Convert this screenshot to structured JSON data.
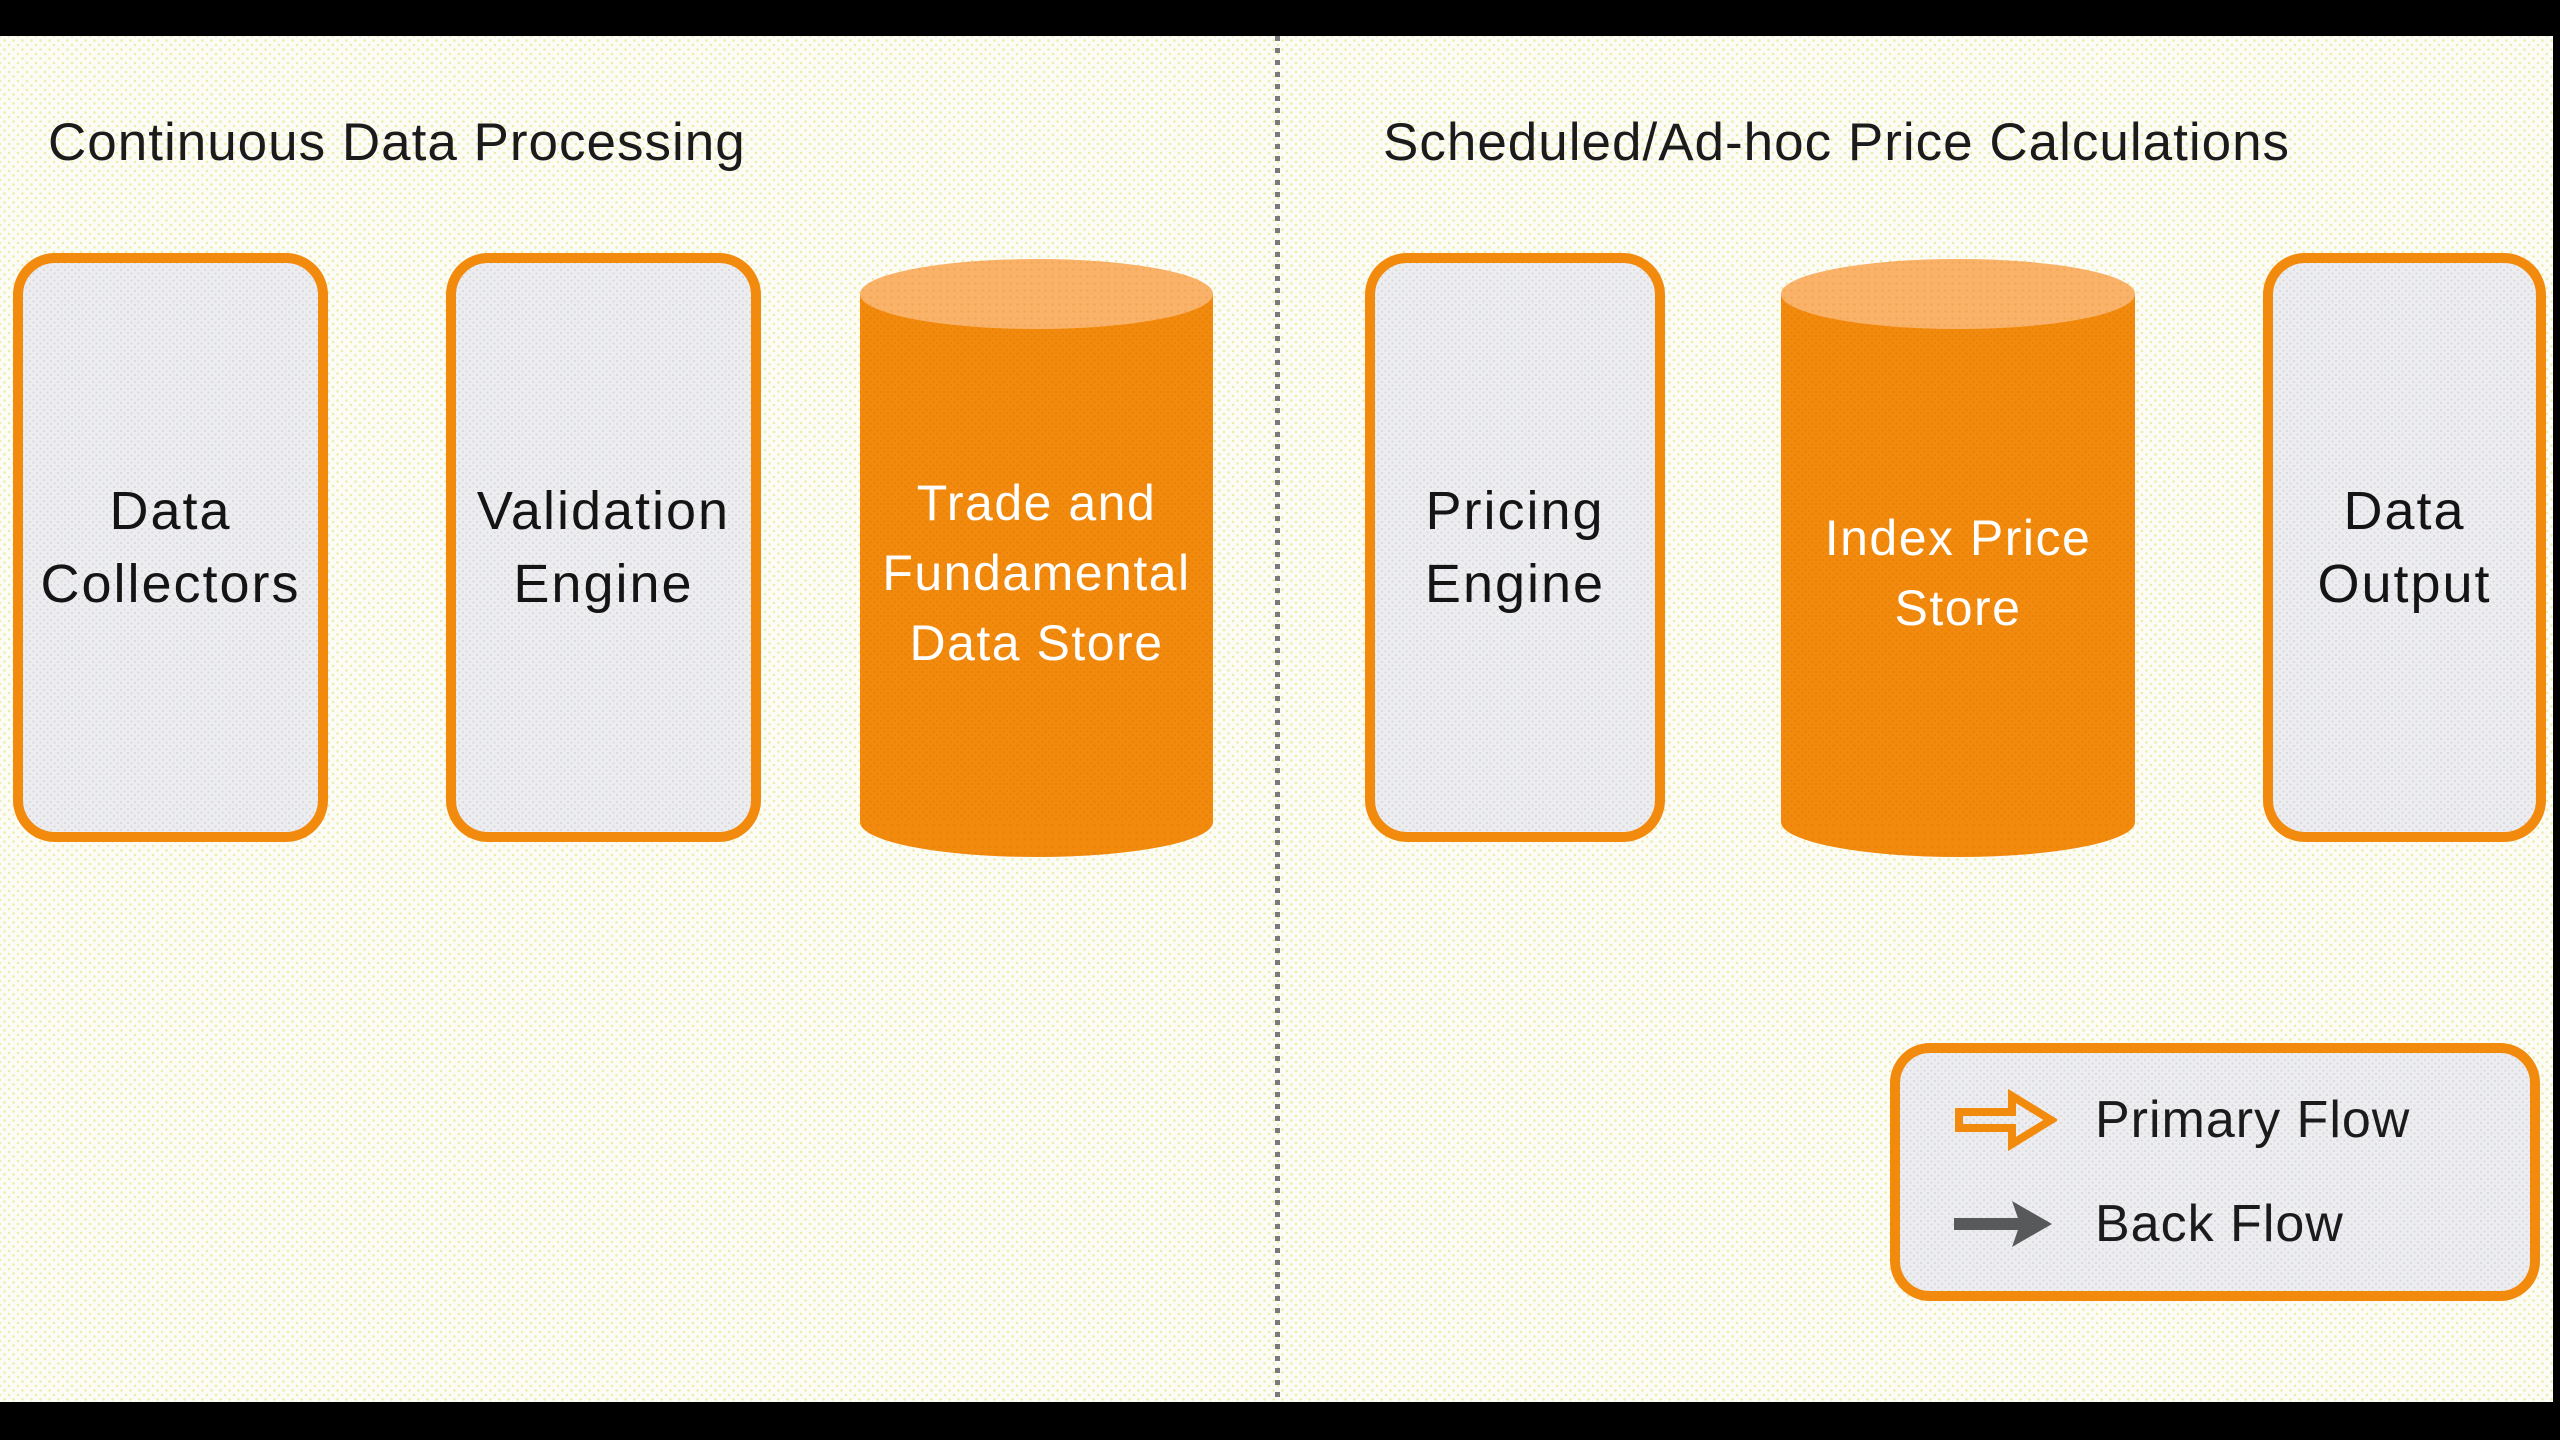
{
  "diagram": {
    "kind": "architecture-flow-diagram",
    "sections": [
      {
        "title": "Continuous Data Processing"
      },
      {
        "title": "Scheduled/Ad-hoc Price Calculations"
      }
    ],
    "nodes": {
      "data_collectors": {
        "label": "Data Collectors",
        "lines": [
          "Data",
          "Collectors"
        ],
        "shape": "rounded-box",
        "section": 0
      },
      "validation_engine": {
        "label": "Validation Engine",
        "lines": [
          "Validation",
          "Engine"
        ],
        "shape": "rounded-box",
        "section": 0
      },
      "trade_fundamental_store": {
        "label": "Trade and Fundamental Data Store",
        "lines": [
          "Trade and",
          "Fundamental",
          "Data Store"
        ],
        "shape": "cylinder",
        "section": 0
      },
      "pricing_engine": {
        "label": "Pricing Engine",
        "lines": [
          "Pricing",
          "Engine"
        ],
        "shape": "rounded-box",
        "section": 1
      },
      "index_price_store": {
        "label": "Index Price Store",
        "lines": [
          "Index Price",
          "Store"
        ],
        "shape": "cylinder",
        "section": 1
      },
      "data_output": {
        "label": "Data Output",
        "lines": [
          "Data",
          "Output"
        ],
        "shape": "rounded-box",
        "section": 1
      }
    },
    "legend": {
      "items": [
        {
          "label": "Primary Flow",
          "icon": "primary-flow-arrow-icon",
          "color": "#F28A0D"
        },
        {
          "label": "Back Flow",
          "icon": "back-flow-arrow-icon",
          "color": "#58595B"
        }
      ]
    },
    "colors": {
      "accent_orange": "#F28A0D",
      "cylinder_top_orange": "#F9B267",
      "node_fill_gray": "#EDEDEF",
      "canvas_background": "#FCFCF6",
      "divider_gray": "#7A7A7A",
      "text_dark": "#1B1B1B",
      "text_light": "#FFFFFF",
      "letterbox_black": "#000000"
    }
  }
}
